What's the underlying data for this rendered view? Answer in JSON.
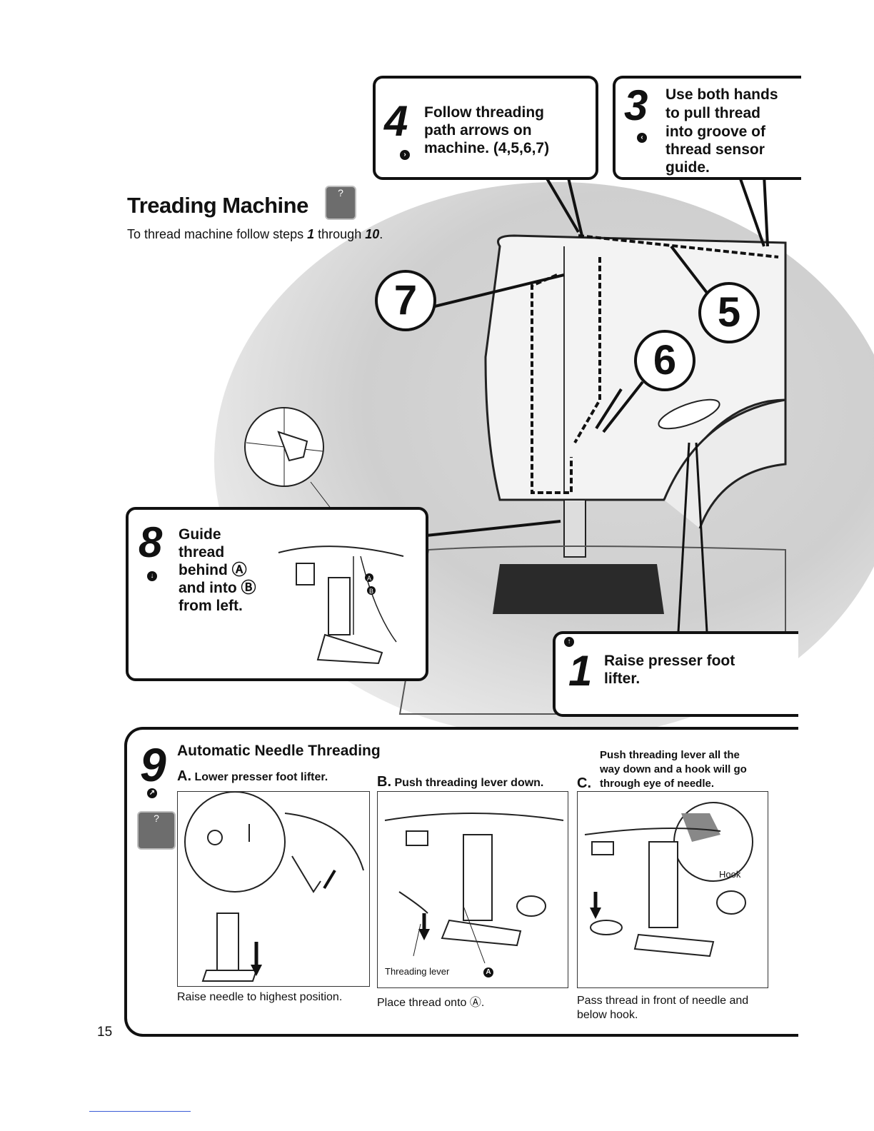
{
  "header": {
    "title": "Treading Machine",
    "subtitle_before": "To thread machine follow steps ",
    "subtitle_step_start": "1",
    "subtitle_middle": " through ",
    "subtitle_step_end": "10",
    "subtitle_after": "."
  },
  "steps": {
    "s4": {
      "number": "4",
      "text_1": "Follow threading",
      "text_2": "path arrows on",
      "text_3": "machine. (4,5,6,7)"
    },
    "s3": {
      "number": "3",
      "text_1": "Use both hands",
      "text_2": "to pull thread",
      "text_3": "into groove of",
      "text_4": "thread sensor",
      "text_5": "guide."
    },
    "s8": {
      "number": "8",
      "text_1": "Guide",
      "text_2": "thread",
      "text_3": "behind Ⓐ",
      "text_4": "and into Ⓑ",
      "text_5": "from left."
    },
    "s1": {
      "number": "1",
      "text_1": "Raise presser foot",
      "text_2": "lifter."
    },
    "circles": {
      "c7": "7",
      "c5": "5",
      "c6": "6"
    },
    "diagram_marks": {
      "a": "A",
      "b": "B"
    }
  },
  "step9": {
    "number": "9",
    "title": "Automatic Needle Threading",
    "a_letter": "A.",
    "a_label": "Lower presser foot lifter.",
    "b_letter": "B.",
    "b_label": "Push threading lever down.",
    "c_letter": "C.",
    "c_label_1": "Push threading lever all the",
    "c_label_2": "way down and a hook will go",
    "c_label_3": "through eye of needle.",
    "threading_lever": "Threading lever",
    "hook": "Hook",
    "caption_a": "Raise needle to highest position.",
    "caption_b": "Place thread onto Ⓐ.",
    "caption_c_1": "Pass thread in front of needle and",
    "caption_c_2": "below hook."
  },
  "footer": {
    "page_number": "15"
  }
}
